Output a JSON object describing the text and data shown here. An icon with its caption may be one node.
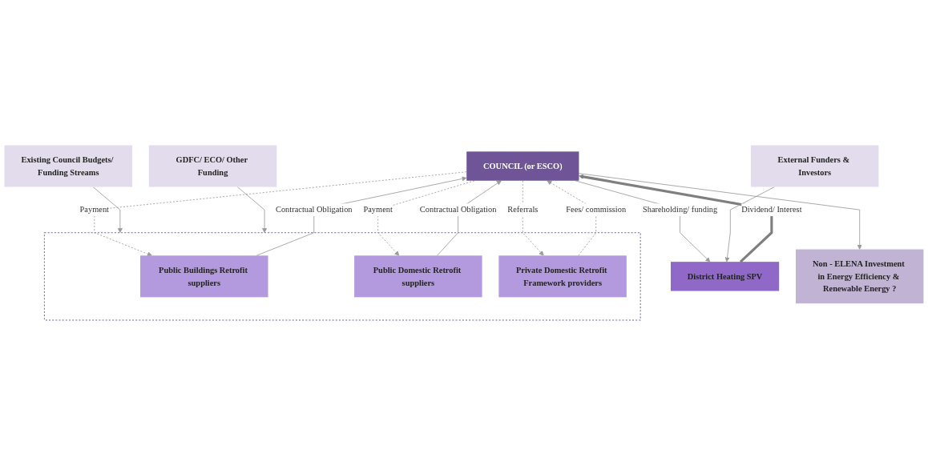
{
  "diagram": {
    "nodes": [
      {
        "text": [
          "COUNCIL (or ESCO)"
        ]
      },
      {
        "text": [
          "District Heating SPV"
        ]
      },
      {
        "text": [],
        "shape": "box"
      },
      {
        "text": [
          "Public Buildings Retrofit suppliers"
        ],
        "in": 2
      },
      {
        "text": [
          "Public Domestic Retrofit suppliers"
        ],
        "in": 2
      },
      {
        "text": [
          "Private Domestic Retrofit Framework providers"
        ],
        "in": 2
      },
      {
        "text": [
          "Non - ELENA Investment in Energy Efficiency & Renewable Energy ?"
        ]
      },
      {
        "text": [
          "External Funders & Investors"
        ]
      },
      {
        "text": [
          "Existing Council Budgets/ Funding Streams"
        ]
      },
      {
        "text": [
          "GDFC/ ECO/ Other Funding"
        ]
      }
    ],
    "edges": [
      {
        "from": 0,
        "to": 1,
        "arrow": "to",
        "label": "Shareholding/ funding"
      },
      {
        "from": 1,
        "to": 0,
        "arrow": "to",
        "label": "Dividend/ Interest",
        "style": "thick",
        "color": "#7f7f7f"
      },
      {
        "from": 0,
        "to": 3,
        "arrow": "to",
        "label": "Payment",
        "style": "dashed"
      },
      {
        "from": 3,
        "to": 0,
        "arrow": "to",
        "label": "Contractual Obligation"
      },
      {
        "from": 0,
        "to": 4,
        "arrow": "to",
        "label": "Payment",
        "style": "dashed"
      },
      {
        "from": 4,
        "to": 0,
        "arrow": "to",
        "label": "Contractual Obligation"
      },
      {
        "from": 5,
        "to": 0,
        "arrow": "to",
        "label": "Fees/ commission",
        "style": "dashed"
      },
      {
        "from": 0,
        "to": 5,
        "arrow": "to",
        "label": "Referrals",
        "style": "dashed"
      },
      {
        "from": 0,
        "to": 6,
        "arrow": "to"
      },
      {
        "from": 7,
        "to": 1,
        "arrow": "to"
      },
      {
        "from": 8,
        "to": 2,
        "arrow": "to"
      },
      {
        "from": 9,
        "to": 2,
        "arrow": "to"
      }
    ]
  }
}
